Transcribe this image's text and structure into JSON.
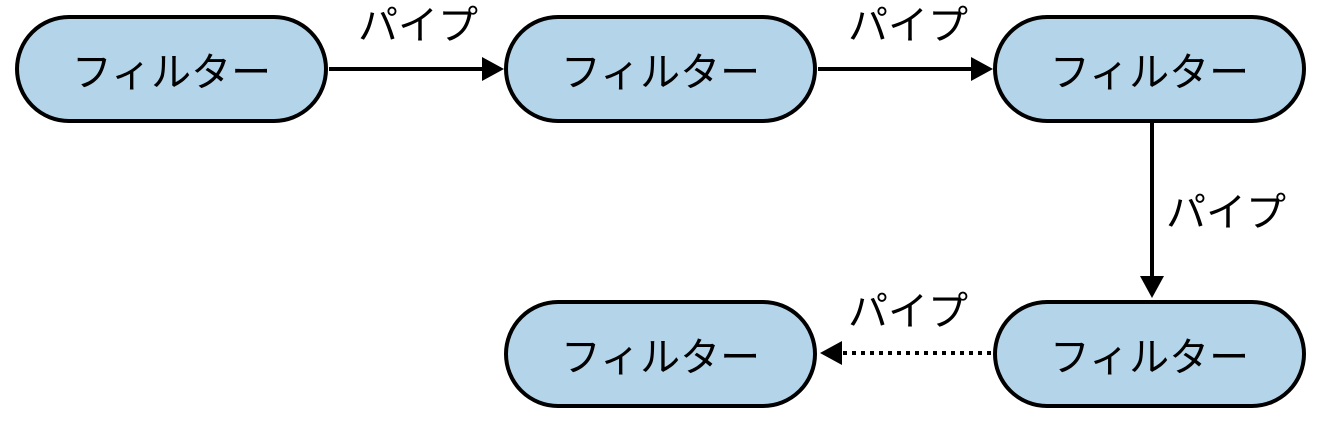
{
  "diagram": {
    "node_fill": "#b3d4e9",
    "line_color": "#000000",
    "nodes": [
      {
        "id": "n1",
        "label": "フィルター"
      },
      {
        "id": "n2",
        "label": "フィルター"
      },
      {
        "id": "n3",
        "label": "フィルター"
      },
      {
        "id": "n4",
        "label": "フィルター"
      },
      {
        "id": "n5",
        "label": "フィルター"
      }
    ],
    "edges": [
      {
        "from": "n1",
        "to": "n2",
        "label": "パイプ",
        "style": "solid"
      },
      {
        "from": "n2",
        "to": "n3",
        "label": "パイプ",
        "style": "solid"
      },
      {
        "from": "n3",
        "to": "n4",
        "label": "パイプ",
        "style": "solid"
      },
      {
        "from": "n4",
        "to": "n5",
        "label": "パイプ",
        "style": "dotted"
      }
    ]
  }
}
